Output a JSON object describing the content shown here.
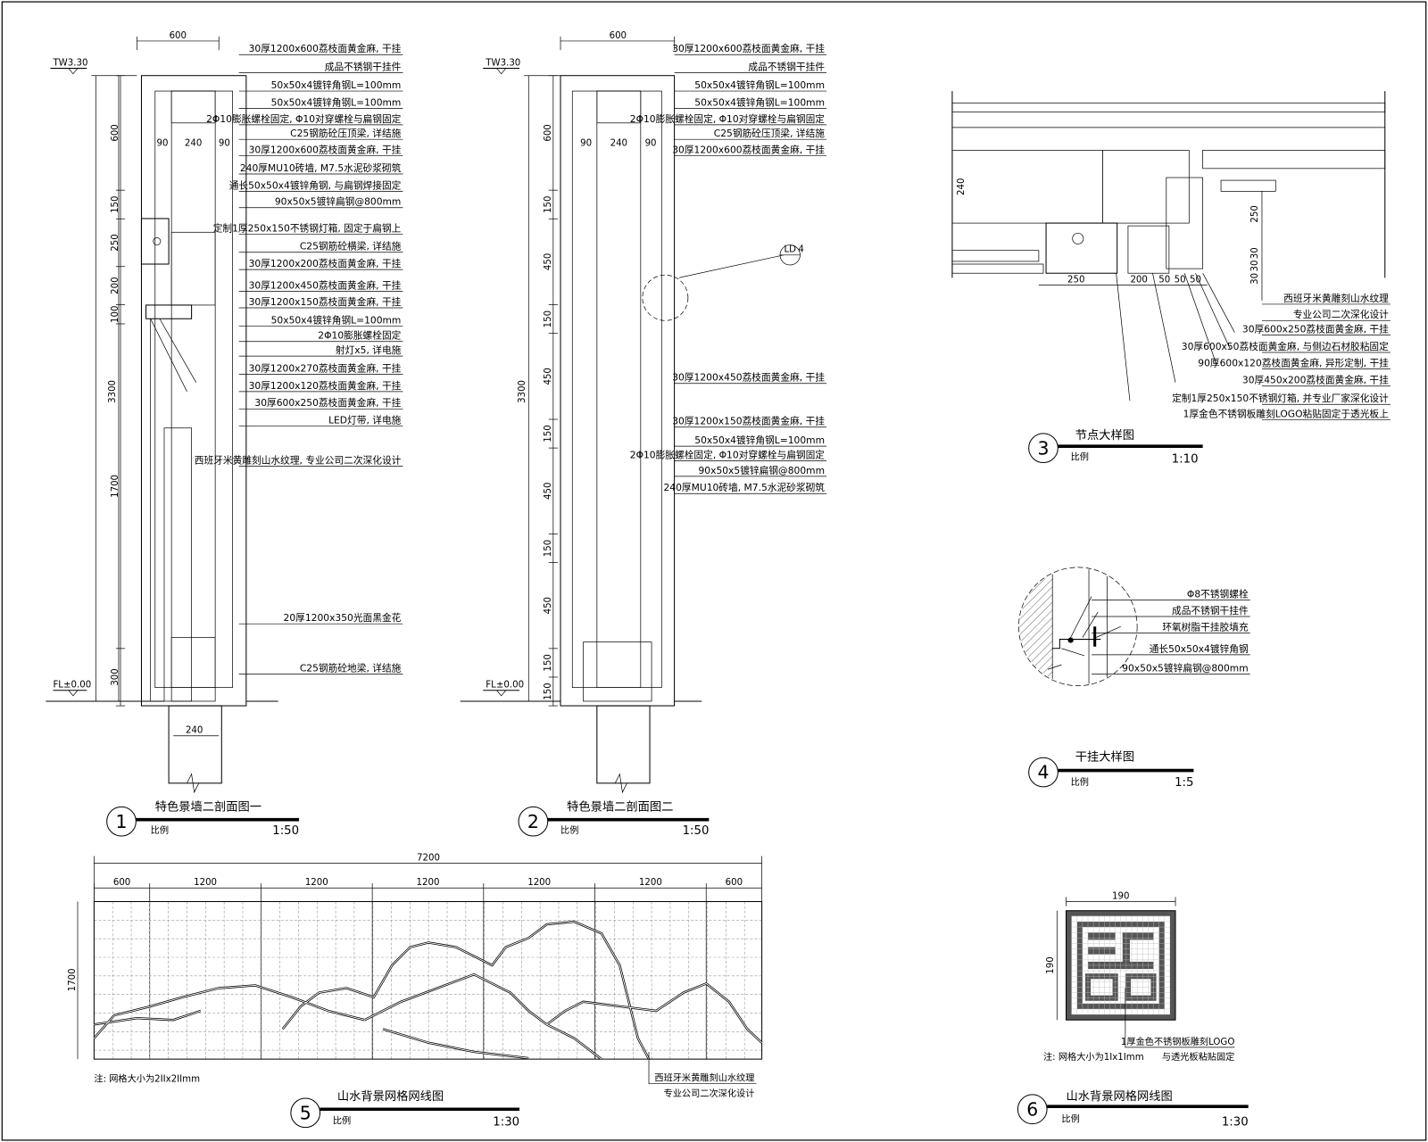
{
  "drawing1": {
    "number": "1",
    "title": "特色景墙二剖面图一",
    "scale_label": "比例",
    "scale": "1:50",
    "level_top": "TW3.30",
    "level_bottom": "FL±0.00",
    "dim_top": "600",
    "dim_sub": [
      "90",
      "240",
      "90"
    ],
    "dim_vertical": [
      "600",
      "150",
      "250",
      "200",
      "100",
      "1700",
      "300"
    ],
    "dim_total": "3300",
    "dim_bottom": "240",
    "labels": [
      "30厚1200x600荔枝面黄金麻, 干挂",
      "成品不锈钢干挂件",
      "50x50x4镀锌角钢L=100mm",
      "50x50x4镀锌角钢L=100mm",
      "2Φ10膨胀螺栓固定, Φ10对穿螺栓与扁钢固定",
      "C25钢筋砼压顶梁, 详结施",
      "30厚1200x600荔枝面黄金麻, 干挂",
      "240厚MU10砖墙, M7.5水泥砂浆砌筑",
      "通长50x50x4镀锌角钢, 与扁钢焊接固定",
      "90x50x5镀锌扁钢@800mm",
      "定制1厚250x150不锈钢灯箱, 固定于扁钢上",
      "C25钢筋砼横梁, 详结施",
      "30厚1200x200荔枝面黄金麻, 干挂",
      "30厚1200x450荔枝面黄金麻, 干挂",
      "30厚1200x150荔枝面黄金麻, 干挂",
      "50x50x4镀锌角钢L=100mm",
      "2Φ10膨胀螺栓固定",
      "射灯x5, 详电施",
      "30厚1200x270荔枝面黄金麻, 干挂",
      "30厚1200x120荔枝面黄金麻, 干挂",
      "30厚600x250荔枝面黄金麻, 干挂",
      "LED灯带, 详电施",
      "西班牙米黄雕刻山水纹理, 专业公司二次深化设计",
      "20厚1200x350光面黑金花",
      "C25钢筋砼地梁, 详结施"
    ]
  },
  "drawing2": {
    "number": "2",
    "title": "特色景墙二剖面图二",
    "scale_label": "比例",
    "scale": "1:50",
    "level_top": "TW3.30",
    "level_bottom": "FL±0.00",
    "dim_top": "600",
    "dim_sub": [
      "90",
      "240",
      "90"
    ],
    "dim_vertical": [
      "600",
      "150",
      "450",
      "150",
      "450",
      "150",
      "450",
      "150",
      "450",
      "150",
      "150"
    ],
    "dim_total": "3300",
    "detail_ref": {
      "code": "LD",
      "number": "4"
    },
    "labels": [
      "30厚1200x600荔枝面黄金麻, 干挂",
      "成品不锈钢干挂件",
      "50x50x4镀锌角钢L=100mm",
      "50x50x4镀锌角钢L=100mm",
      "2Φ10膨胀螺栓固定, Φ10对穿螺栓与扁钢固定",
      "C25钢筋砼压顶梁, 详结施",
      "30厚1200x600荔枝面黄金麻, 干挂",
      "30厚1200x450荔枝面黄金麻, 干挂",
      "30厚1200x150荔枝面黄金麻, 干挂",
      "50x50x4镀锌角钢L=100mm",
      "2Φ10膨胀螺栓固定, Φ10对穿螺栓与扁钢固定",
      "90x50x5镀锌扁钢@800mm",
      "240厚MU10砖墙, M7.5水泥砂浆砌筑"
    ]
  },
  "drawing3": {
    "number": "3",
    "title": "节点大样图",
    "scale_label": "比例",
    "scale": "1:10",
    "dims_h": [
      "250",
      "200",
      "50",
      "50",
      "50"
    ],
    "dim_wall": "240",
    "dims_v": [
      "250",
      "30",
      "30",
      "30"
    ],
    "labels": [
      "西班牙米黄雕刻山水纹理",
      "专业公司二次深化设计",
      "30厚600x250荔枝面黄金麻, 干挂",
      "30厚600x50荔枝面黄金麻, 与侧边石材胶粘固定",
      "90厚600x120荔枝面黄金麻, 异形定制, 干挂",
      "30厚450x200荔枝面黄金麻, 干挂",
      "定制1厚250x150不锈钢灯箱, 并专业厂家深化设计",
      "1厚金色不锈钢板雕刻LOGO粘贴固定于透光板上"
    ]
  },
  "drawing4": {
    "number": "4",
    "title": "干挂大样图",
    "scale_label": "比例",
    "scale": "1:5",
    "labels": [
      "Φ8不锈钢螺栓",
      "成品不锈钢干挂件",
      "环氧树脂干挂胶填充",
      "通长50x50x4镀锌角钢",
      "90x50x5镀锌扁钢@800mm"
    ]
  },
  "drawing5": {
    "number": "5",
    "title": "山水背景网格网线图",
    "scale_label": "比例",
    "scale": "1:30",
    "dim_total": "7200",
    "dim_segments": [
      "600",
      "1200",
      "1200",
      "1200",
      "1200",
      "1200",
      "600"
    ],
    "dim_height": "1700",
    "note": "注: 网格大小为2IIx2IImm",
    "callout": [
      "西班牙米黄雕刻山水纹理",
      "专业公司二次深化设计"
    ]
  },
  "drawing6": {
    "number": "6",
    "title": "山水背景网格网线图",
    "scale_label": "比例",
    "scale": "1:30",
    "dim_width": "190",
    "dim_height": "190",
    "note": "注: 网格大小为1Ix1Imm",
    "callout": [
      "1厚金色不锈钢板雕刻LOGO",
      "与透光板粘贴固定"
    ]
  }
}
